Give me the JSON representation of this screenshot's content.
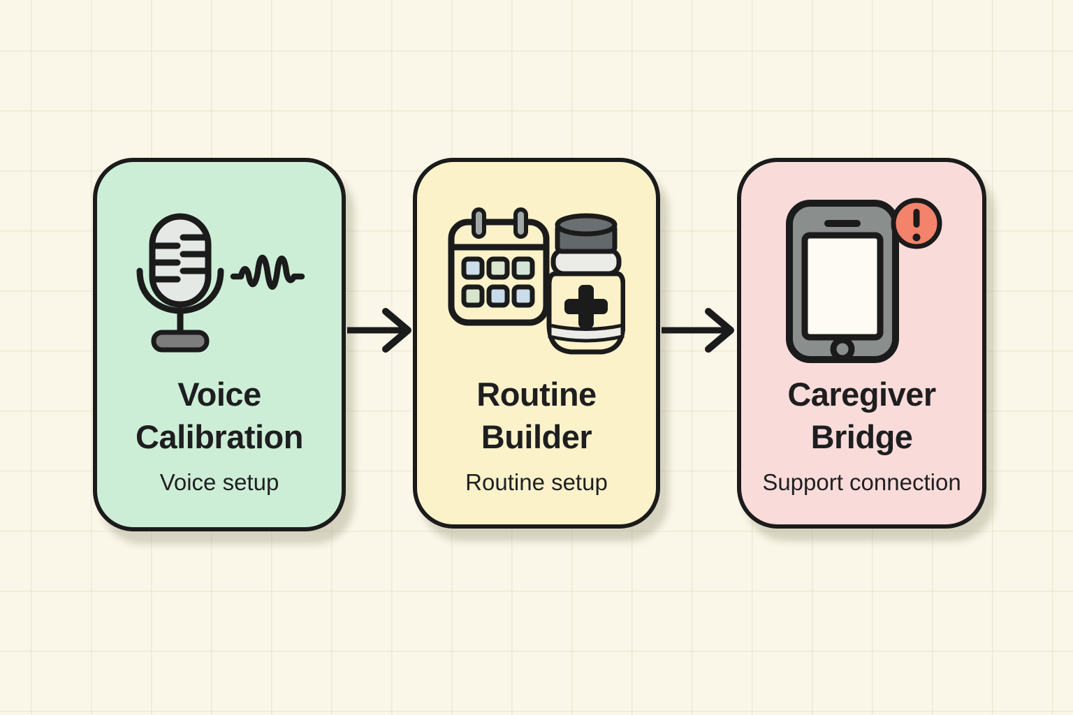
{
  "diagram": {
    "background_color": "#FAF6E8",
    "outline_color": "#1B1B1B",
    "steps": [
      {
        "id": "voice-calibration",
        "title": "Voice Calibration",
        "subtitle": "Voice setup",
        "card_color": "#CDEED6",
        "icon": "microphone-with-soundwave"
      },
      {
        "id": "routine-builder",
        "title": "Routine Builder",
        "subtitle": "Routine setup",
        "card_color": "#FBF2CA",
        "icon": "calendar-with-pill-bottle"
      },
      {
        "id": "caregiver-bridge",
        "title": "Caregiver Bridge",
        "subtitle": "Support connection",
        "card_color": "#F9DCDA",
        "icon": "smartphone-with-alert-badge"
      }
    ],
    "connectors": [
      {
        "from": "voice-calibration",
        "to": "routine-builder",
        "type": "arrow-right"
      },
      {
        "from": "routine-builder",
        "to": "caregiver-bridge",
        "type": "arrow-right"
      }
    ],
    "accent_colors": {
      "alert_badge": "#F4836B",
      "device_gray": "#8A8E8C",
      "cap_gray": "#63686A",
      "mic_fill": "#E5E9E6"
    }
  }
}
